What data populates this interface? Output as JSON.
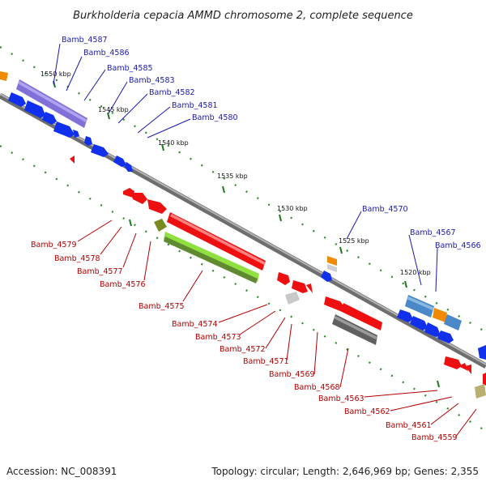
{
  "title": "Burkholderia cepacia AMMD chromosome 2, complete sequence",
  "footer": {
    "accession": "Accession: NC_008391",
    "stats": "Topology: circular; Length: 2,646,969 bp; Genes: 2,355"
  },
  "colors": {
    "forward": "#1030ee",
    "reverse": "#ee1010",
    "backbone": "#8a8a8a",
    "ticks": "#2a8a2a",
    "label_forward": "#1a1aa8",
    "label_reverse": "#b00000"
  },
  "scale_labels": [
    "1550 kbp",
    "1545 kbp",
    "1540 kbp",
    "1535 kbp",
    "1530 kbp",
    "1525 kbp",
    "1520 kbp"
  ],
  "forward_genes": [
    "Bamb_4587",
    "Bamb_4586",
    "Bamb_4585",
    "Bamb_4583",
    "Bamb_4582",
    "Bamb_4581",
    "Bamb_4580",
    "Bamb_4570",
    "Bamb_4567",
    "Bamb_4566"
  ],
  "reverse_genes": [
    "Bamb_4579",
    "Bamb_4578",
    "Bamb_4577",
    "Bamb_4576",
    "Bamb_4575",
    "Bamb_4574",
    "Bamb_4573",
    "Bamb_4572",
    "Bamb_4571",
    "Bamb_4569",
    "Bamb_4568",
    "Bamb_4563",
    "Bamb_4562",
    "Bamb_4561",
    "Bamb_4559"
  ]
}
